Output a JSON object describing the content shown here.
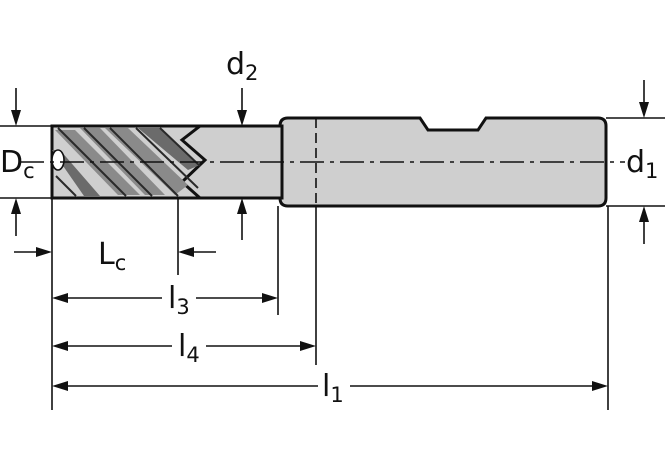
{
  "labels": {
    "Dc": {
      "main": "D",
      "sub": "c"
    },
    "d2": {
      "main": "d",
      "sub": "2"
    },
    "d1": {
      "main": "d",
      "sub": "1"
    },
    "Lc": {
      "main": "L",
      "sub": "c"
    },
    "l3": {
      "main": "l",
      "sub": "3"
    },
    "l4": {
      "main": "l",
      "sub": "4"
    },
    "l1": {
      "main": "l",
      "sub": "1"
    }
  },
  "colors": {
    "body_fill": "#cfcfcf",
    "flute_dark": "#8a8a8a",
    "line": "#111111"
  }
}
